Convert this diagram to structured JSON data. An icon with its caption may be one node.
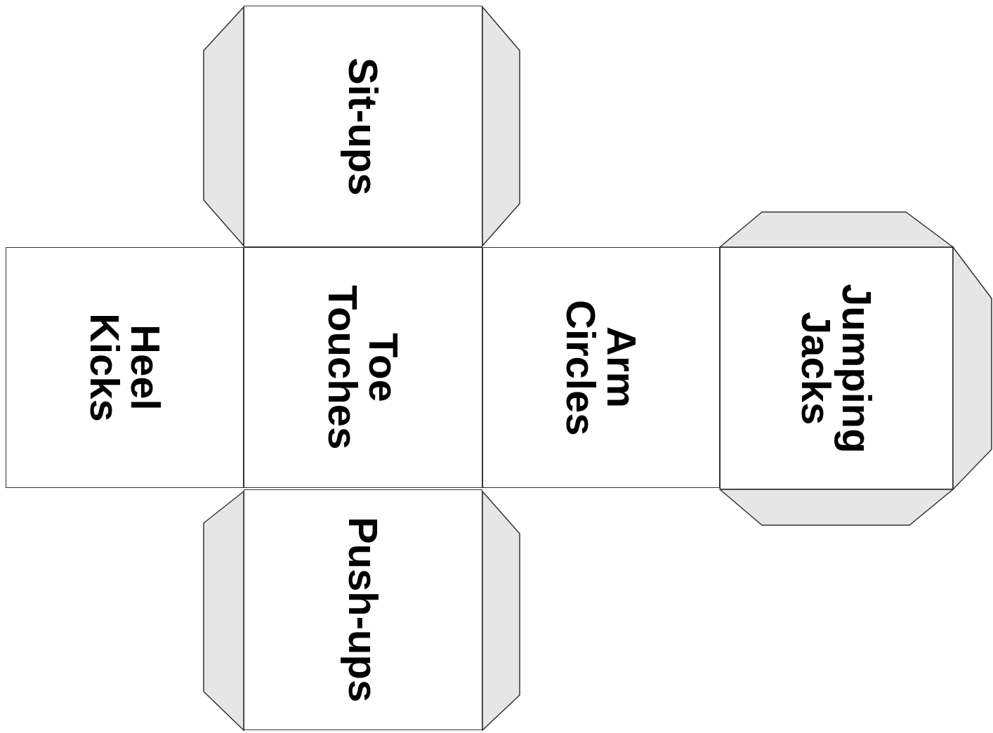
{
  "diagram": {
    "nodes": [
      {
        "text": [
          "Sit-ups"
        ]
      },
      {
        "text": [
          "Heel Kicks"
        ]
      },
      {
        "text": [
          "Toe Touches"
        ]
      },
      {
        "text": [
          "Arm Circles"
        ]
      },
      {
        "text": [
          "Jumping Jacks"
        ]
      },
      {
        "text": [
          "Push-ups"
        ]
      }
    ]
  }
}
